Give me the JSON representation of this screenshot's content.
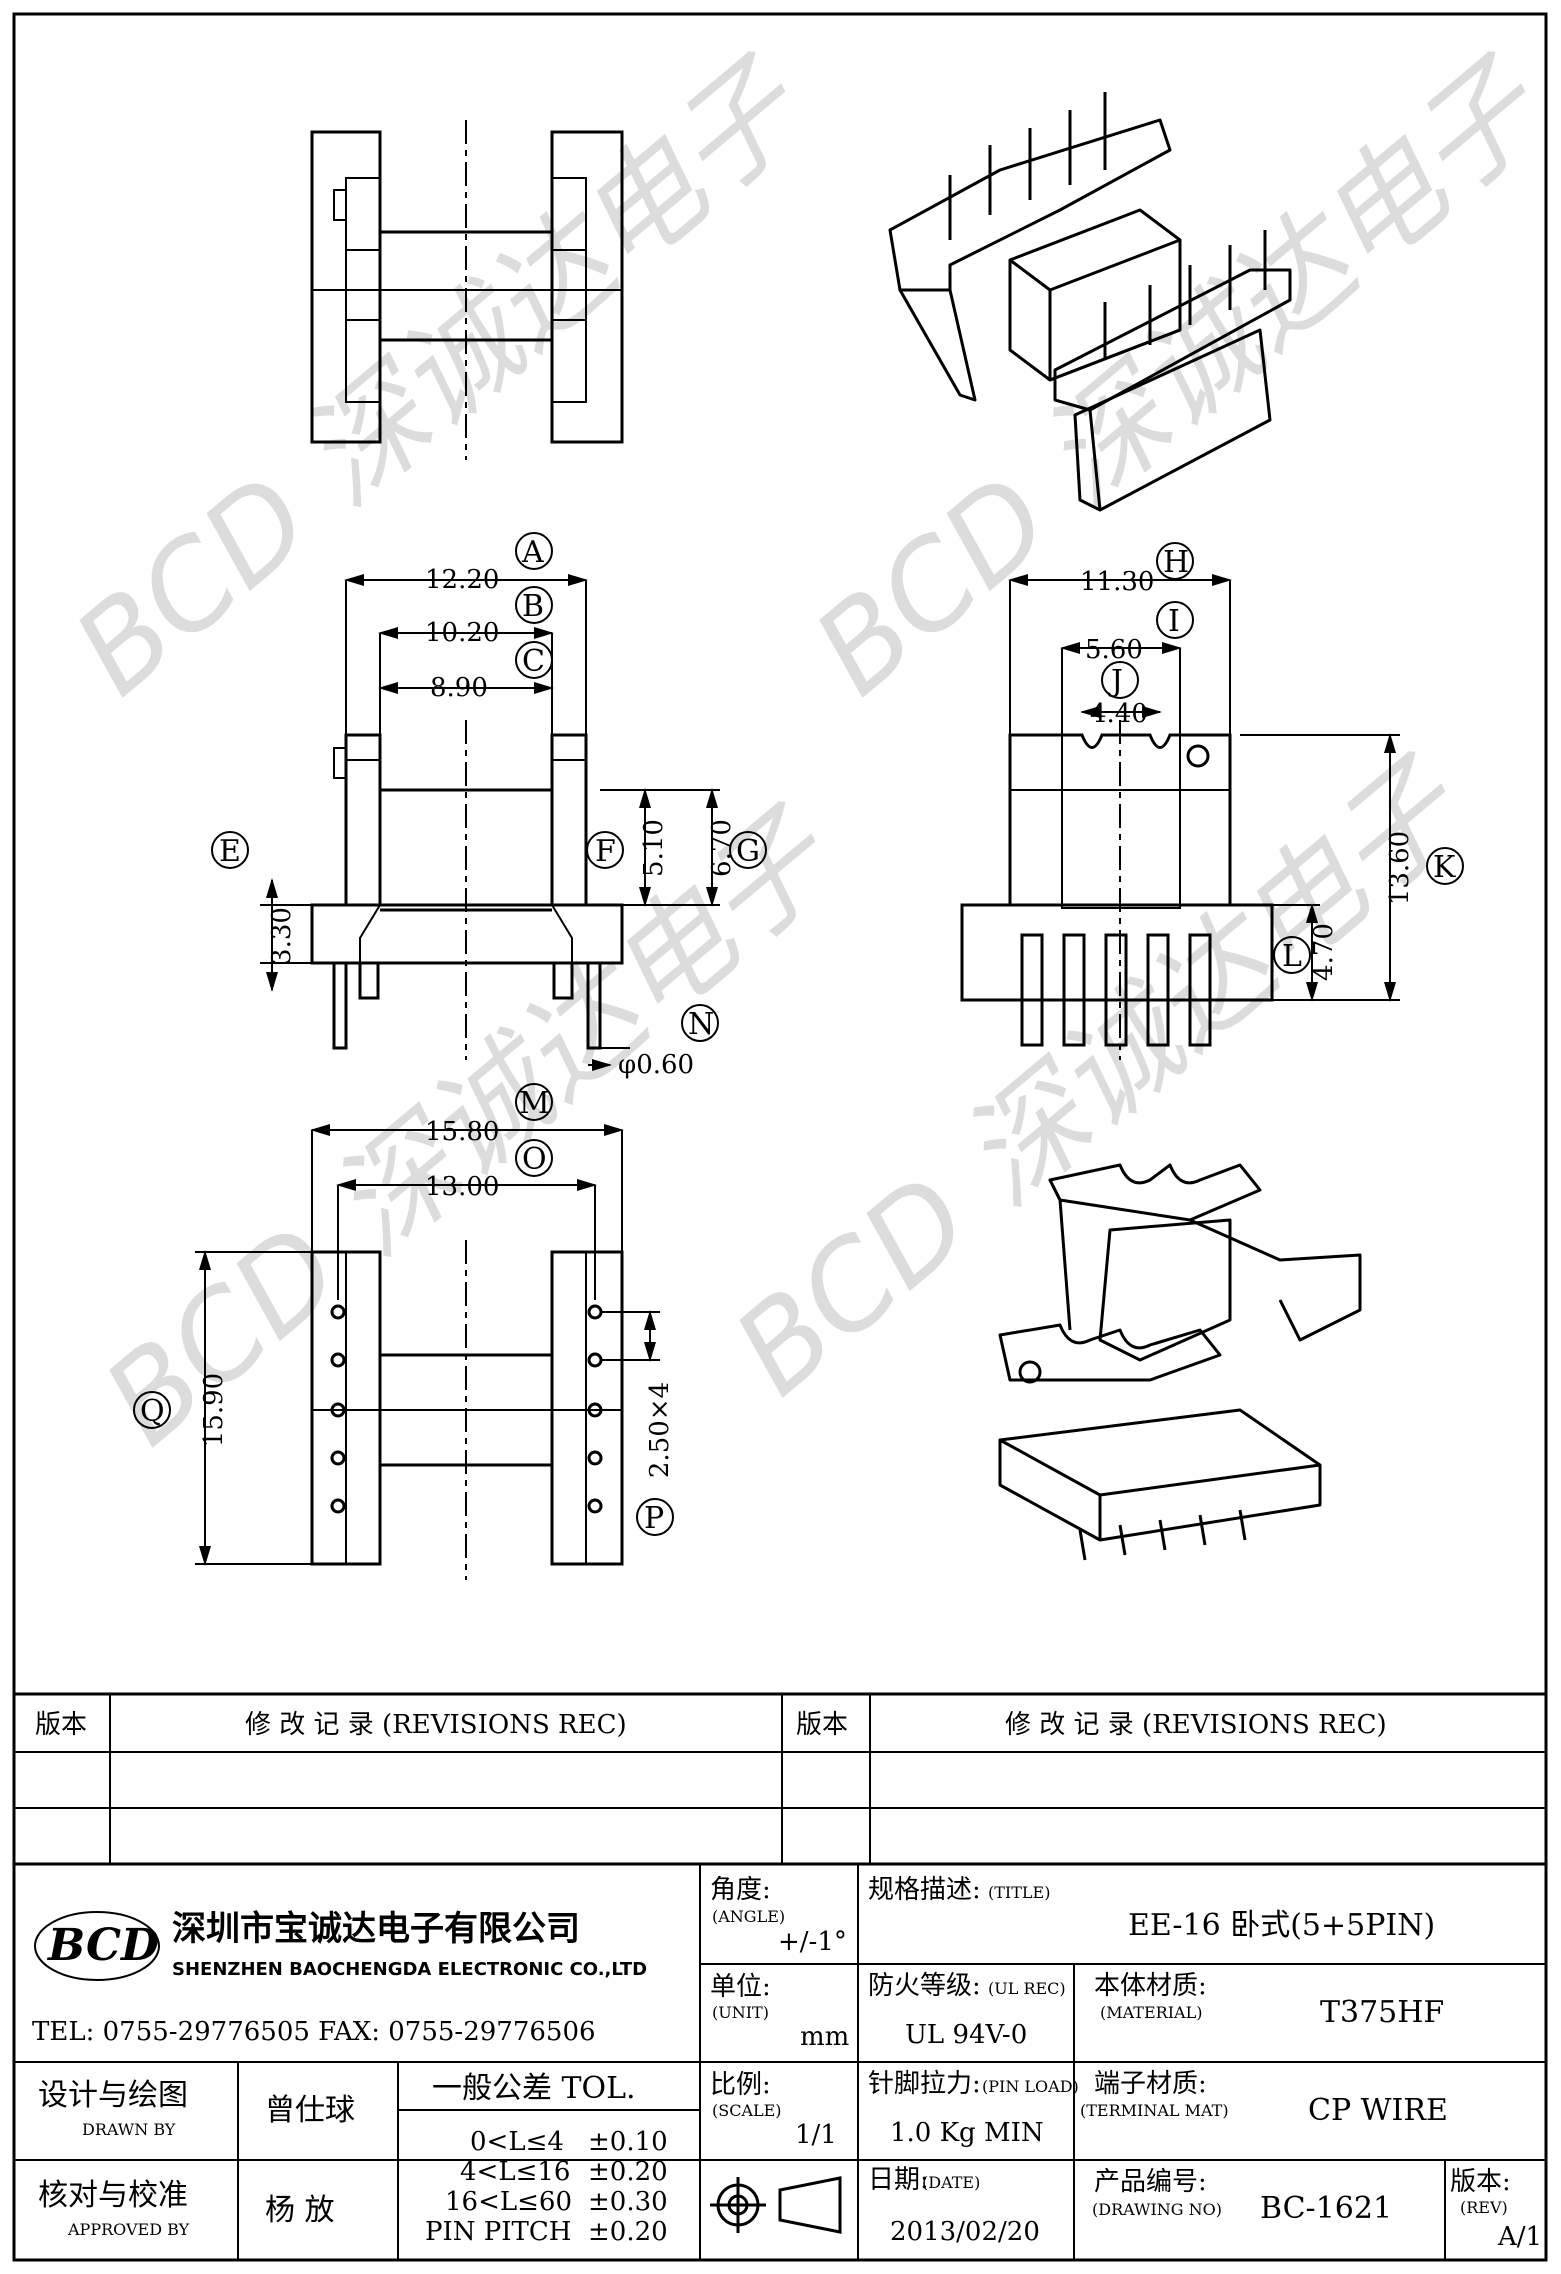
{
  "views": {
    "side_front": {
      "dims": {
        "A": "12.20",
        "B": "10.20",
        "C": "8.90",
        "E": "3.30",
        "F": "5.10",
        "G": "6.70",
        "N": "φ0.60"
      }
    },
    "side_right": {
      "dims": {
        "H": "11.30",
        "I": "5.60",
        "J": "4.40",
        "K": "13.60",
        "L": "4.70"
      }
    },
    "bottom": {
      "dims": {
        "M": "15.80",
        "O": "13.00",
        "Q": "15.90",
        "P": "2.50×4"
      }
    },
    "labels": [
      "A",
      "B",
      "C",
      "E",
      "F",
      "G",
      "N",
      "H",
      "I",
      "J",
      "K",
      "L",
      "M",
      "O",
      "Q",
      "P"
    ]
  },
  "watermark": "BCD 深诚达电子",
  "revisions": {
    "left_head": {
      "version": "版本",
      "record": "修 改 记 录  (REVISIONS REC)"
    },
    "right_head": {
      "version": "版本",
      "record": "修 改 记 录  (REVISIONS REC)"
    }
  },
  "company": {
    "logo": "BCD",
    "name_cn": "深圳市宝诚达电子有限公司",
    "name_en": "SHENZHEN BAOCHENGDA ELECTRONIC CO.,LTD",
    "contact": "TEL: 0755-29776505  FAX: 0755-29776506"
  },
  "title_block": {
    "angle_label": "角度:",
    "angle_en": "(ANGLE)",
    "angle_value": "+/-1°",
    "unit_label": "单位:",
    "unit_en": "(UNIT)",
    "unit_value": "mm",
    "scale_label": "比例:",
    "scale_en": "(SCALE)",
    "scale_value": "1/1",
    "title_label": "规格描述:",
    "title_en": "(TITLE)",
    "title_value": "EE-16 卧式(5+5PIN)",
    "ul_label": "防火等级:",
    "ul_en": "(UL REC)",
    "ul_value": "UL 94V-0",
    "material_label": "本体材质:",
    "material_en": "(MATERIAL)",
    "material_value": "T375HF",
    "pin_load_label": "针脚拉力:",
    "pin_load_en": "(PIN LOAD)",
    "pin_load_value": "1.0 Kg MIN",
    "terminal_label": "端子材质:",
    "terminal_en": "(TERMINAL MAT)",
    "terminal_value": "CP WIRE",
    "date_label": "日期:",
    "date_en": "(DATE)",
    "date_value": "2013/02/20",
    "drawing_label": "产品编号:",
    "drawing_en": "(DRAWING NO)",
    "drawing_value": "BC-1621",
    "rev_label": "版本:",
    "rev_en": "(REV)",
    "rev_value": "A/1",
    "drawn_label": "设计与绘图",
    "drawn_en": "DRAWN BY",
    "drawn_value": "曾仕球",
    "approved_label": "核对与校准",
    "approved_en": "APPROVED BY",
    "approved_value": "杨  放",
    "tol_title": "一般公差 TOL.",
    "tol_rows": [
      {
        "range": "0<L≤4",
        "val": "±0.10"
      },
      {
        "range": "4<L≤16",
        "val": "±0.20"
      },
      {
        "range": "16<L≤60",
        "val": "±0.30"
      },
      {
        "range": "PIN PITCH",
        "val": "±0.20"
      }
    ]
  }
}
